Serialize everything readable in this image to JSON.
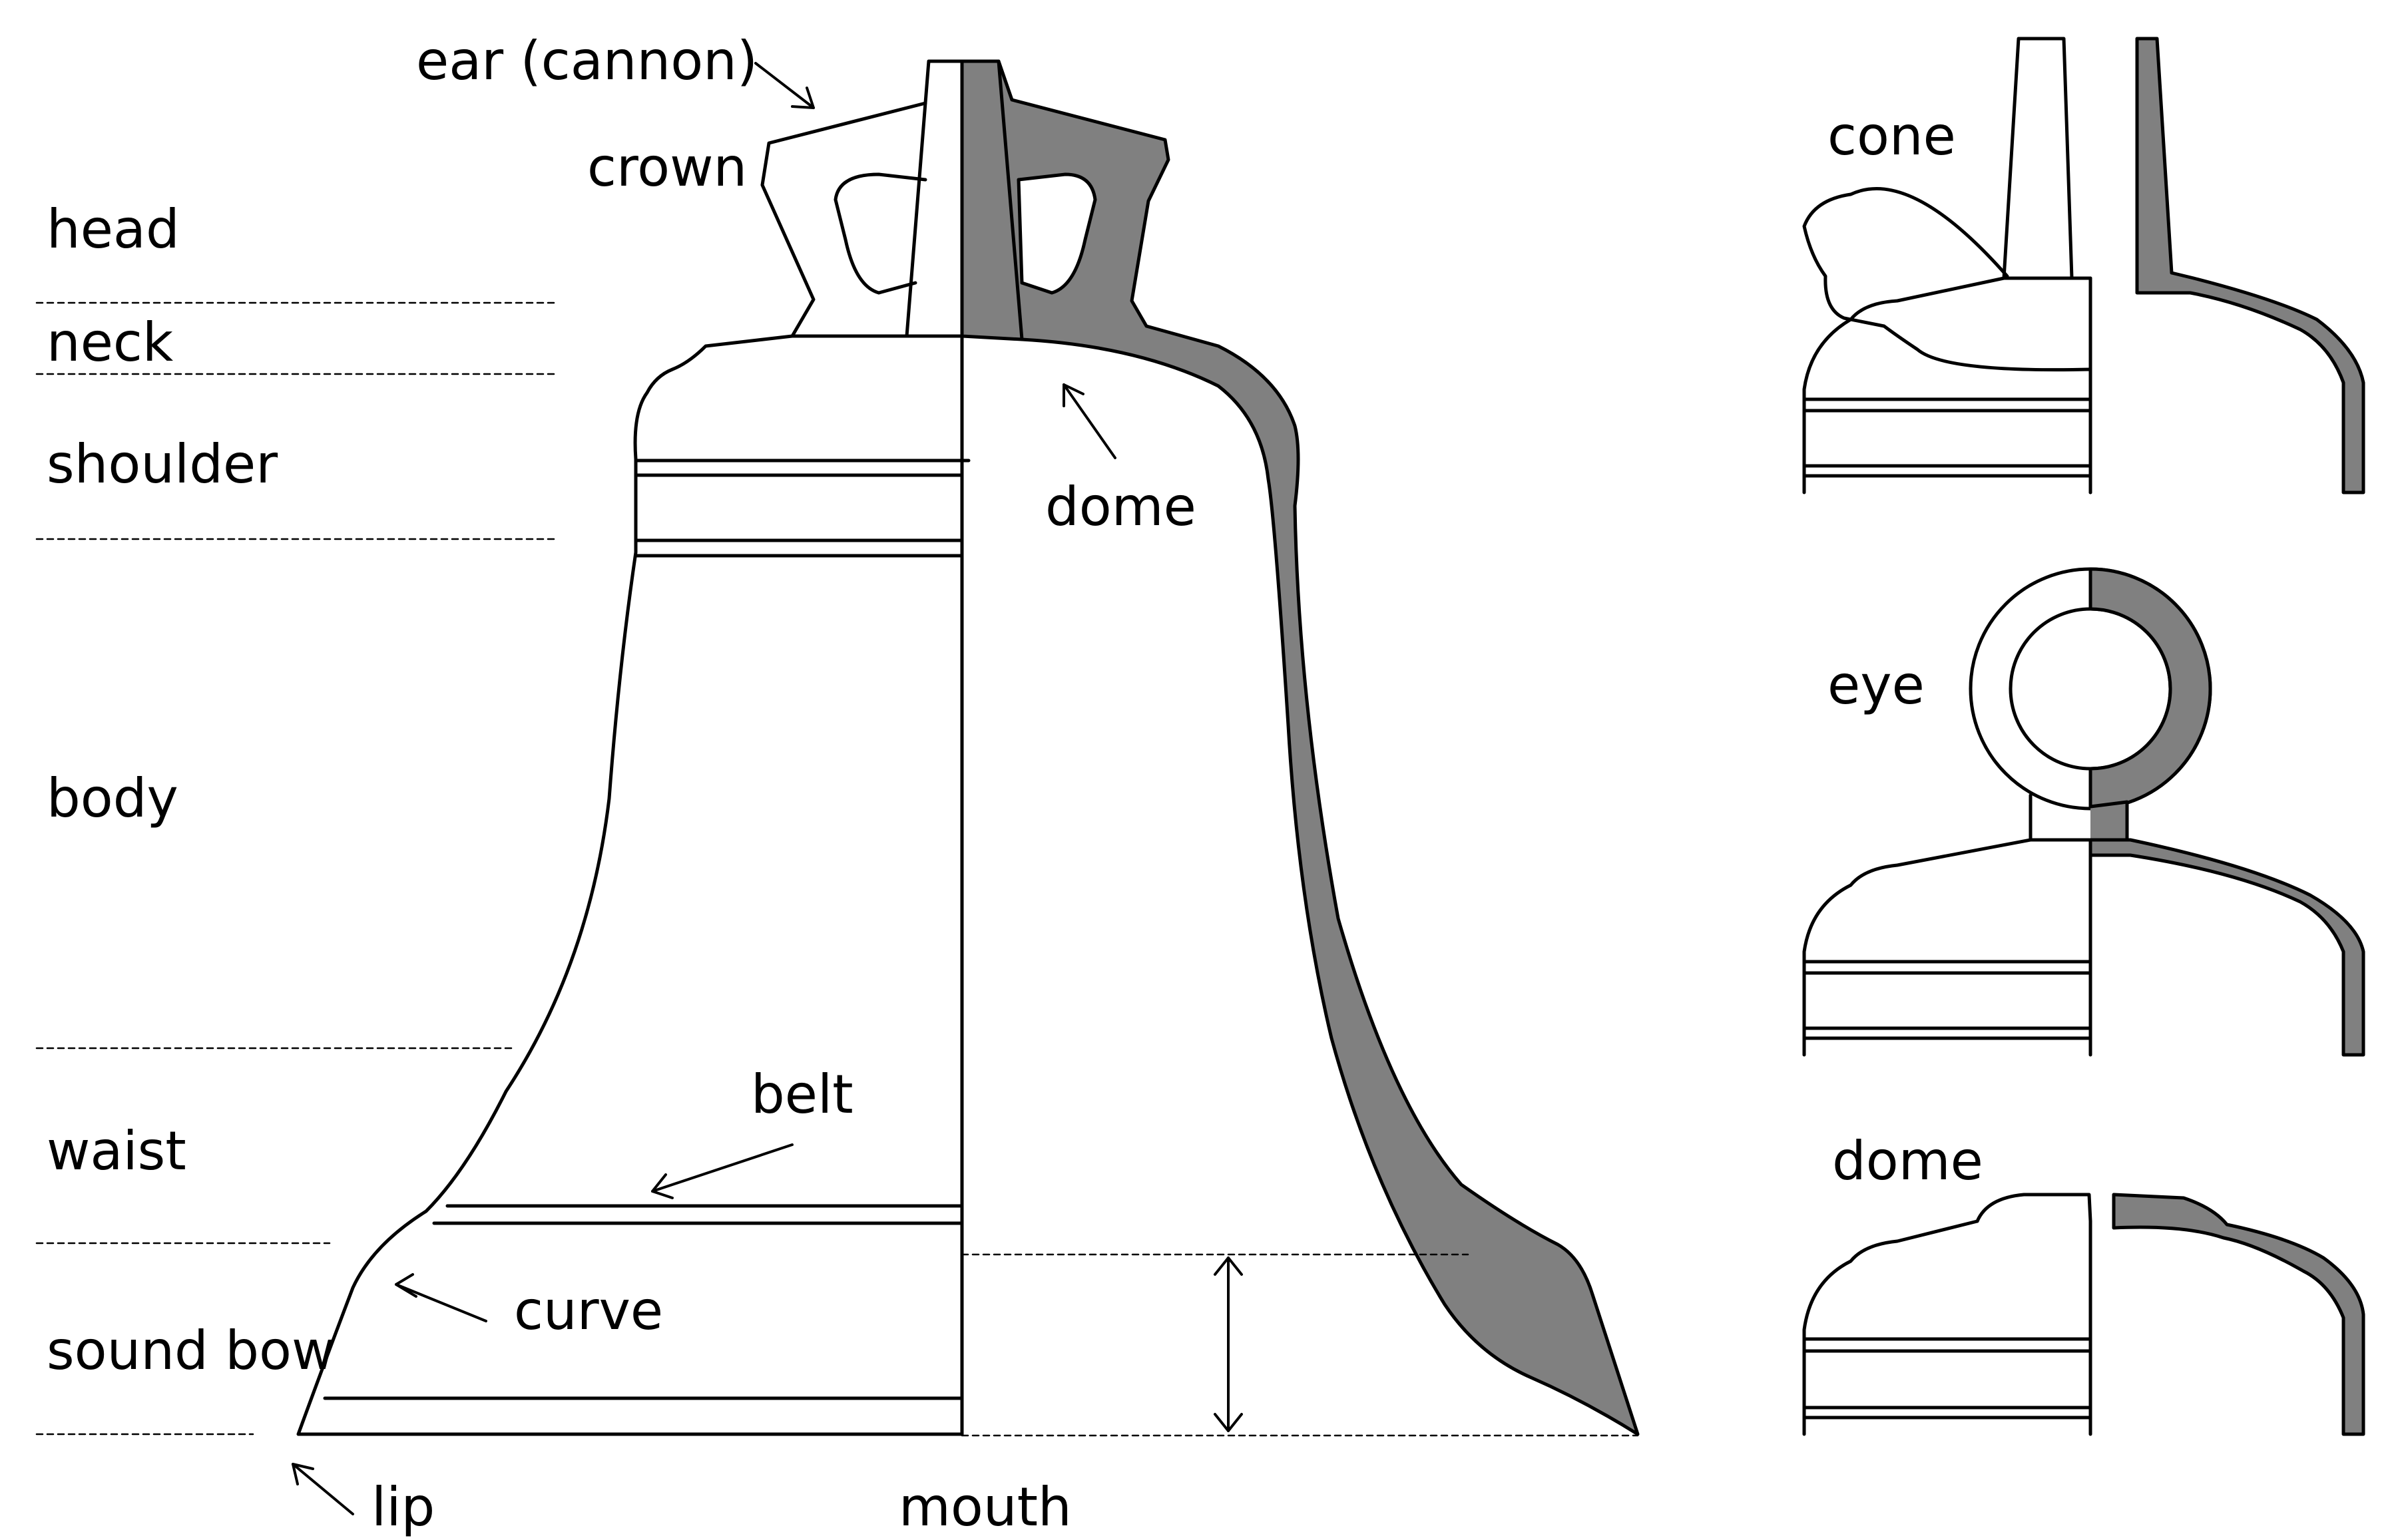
{
  "colors": {
    "line": "#000000",
    "section_fill": "#808080",
    "background": "#ffffff",
    "guide": "#000000"
  },
  "zone_labels": {
    "head": "head",
    "neck": "neck",
    "shoulder": "shoulder",
    "body": "body",
    "waist": "waist",
    "sound_bow": "sound bow"
  },
  "part_labels": {
    "ear": "ear (cannon)",
    "crown": "crown",
    "dome": "dome",
    "belt": "belt",
    "curve": "curve",
    "lip": "lip",
    "mouth": "mouth"
  },
  "variant_labels": {
    "cone": "cone",
    "eye": "eye",
    "dome": "dome"
  }
}
